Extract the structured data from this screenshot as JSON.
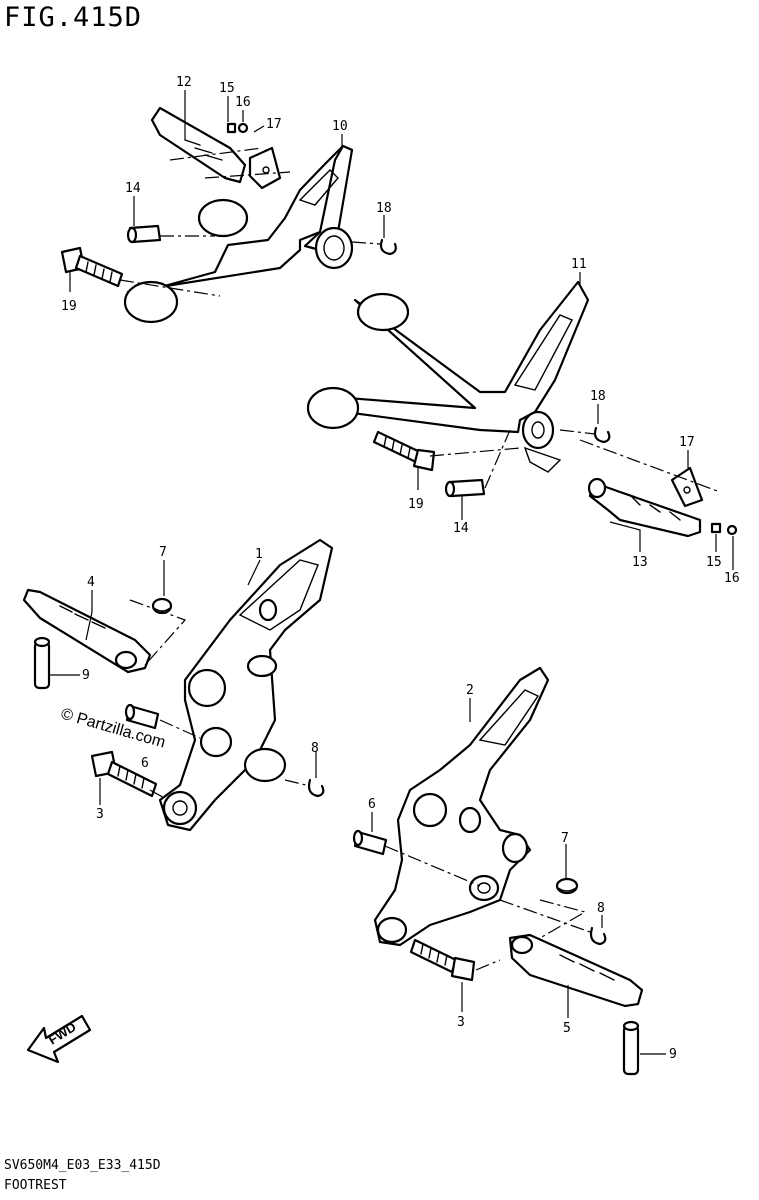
{
  "figure": {
    "title": "FIG.415D",
    "code": "SV650M4_E03_E33_415D",
    "name": "FOOTREST"
  },
  "watermark": "© Partzilla.com",
  "direction_label": "FWD",
  "callouts": {
    "c1": "1",
    "c2": "2",
    "c3a": "3",
    "c3b": "3",
    "c4": "4",
    "c5": "5",
    "c6a": "6",
    "c6b": "6",
    "c7a": "7",
    "c7b": "7",
    "c8a": "8",
    "c8b": "8",
    "c9a": "9",
    "c9b": "9",
    "c10": "10",
    "c11": "11",
    "c12": "12",
    "c13": "13",
    "c14a": "14",
    "c14b": "14",
    "c15a": "15",
    "c15b": "15",
    "c16a": "16",
    "c16b": "16",
    "c17a": "17",
    "c17b": "17",
    "c18a": "18",
    "c18b": "18",
    "c19a": "19",
    "c19b": "19"
  }
}
